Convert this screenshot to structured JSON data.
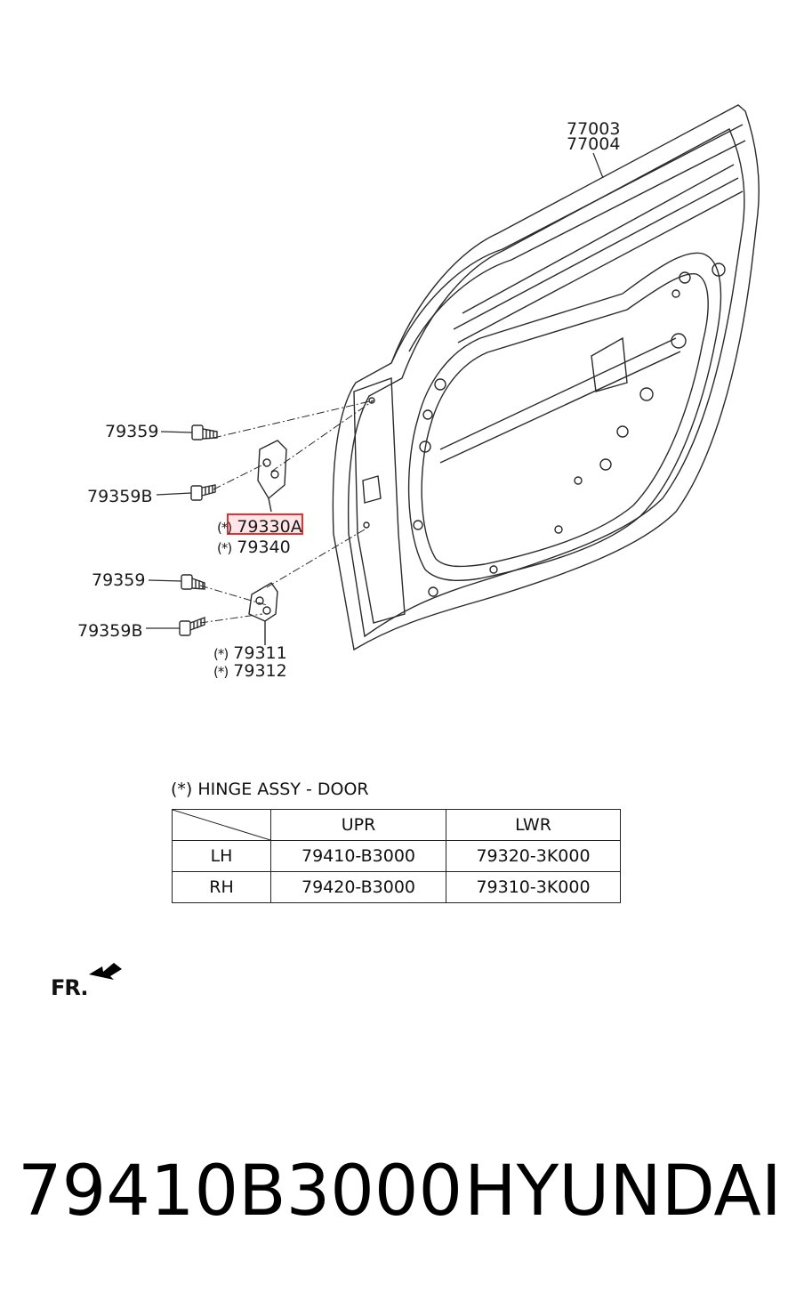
{
  "callouts": {
    "frame_upper": "77003",
    "frame_lower": "77004",
    "bolt_upper_1": "79359",
    "bolt_upper_2": "79359B",
    "hinge_upper_a": "79330A",
    "hinge_upper_b": "79340",
    "bolt_lower_1": "79359",
    "bolt_lower_2": "79359B",
    "hinge_lower_a": "79311",
    "hinge_lower_b": "79312",
    "asterisk_mark": "(*)"
  },
  "table": {
    "title": "(*) HINGE ASSY - DOOR",
    "headers": [
      "",
      "UPR",
      "LWR"
    ],
    "rows": [
      [
        "LH",
        "79410-B3000",
        "79320-3K000"
      ],
      [
        "RH",
        "79420-B3000",
        "79310-3K000"
      ]
    ]
  },
  "direction": {
    "label": "FR."
  },
  "footer": {
    "part_number": "79410B3000",
    "brand": "HYUNDAI"
  },
  "colors": {
    "highlight": "#e53030"
  }
}
